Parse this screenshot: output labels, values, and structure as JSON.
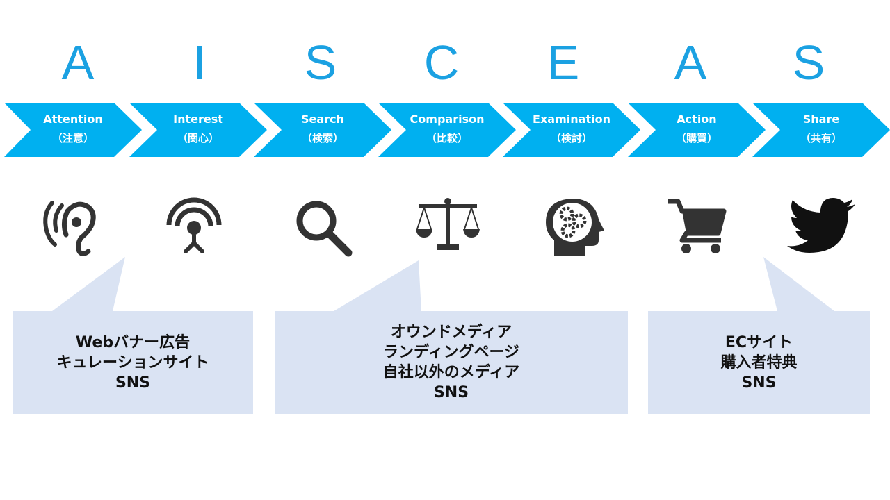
{
  "letters": [
    "A",
    "I",
    "S",
    "C",
    "E",
    "A",
    "S"
  ],
  "stages": [
    {
      "en": "Attention",
      "jp": "（注意）",
      "icon": "ear-icon"
    },
    {
      "en": "Interest",
      "jp": "（関心）",
      "icon": "antenna-icon"
    },
    {
      "en": "Search",
      "jp": "（検索）",
      "icon": "magnifier-icon"
    },
    {
      "en": "Comparison",
      "jp": "（比較）",
      "icon": "balance-scale-icon"
    },
    {
      "en": "Examination",
      "jp": "（検討）",
      "icon": "head-gears-icon"
    },
    {
      "en": "Action",
      "jp": "（購買）",
      "icon": "shopping-cart-icon"
    },
    {
      "en": "Share",
      "jp": "（共有）",
      "icon": "twitter-bird-icon"
    }
  ],
  "callouts": [
    {
      "lines": [
        "Webバナー広告",
        "キュレーションサイト",
        "SNS"
      ]
    },
    {
      "lines": [
        "オウンドメディア",
        "ランディングページ",
        "自社以外のメディア",
        "SNS"
      ]
    },
    {
      "lines": [
        "ECサイト",
        "購入者特典",
        "SNS"
      ]
    }
  ],
  "colors": {
    "letter": "#1ba1e2",
    "arrow": "#00b0f0",
    "callout": "#dae3f3",
    "icon": "#333333"
  }
}
